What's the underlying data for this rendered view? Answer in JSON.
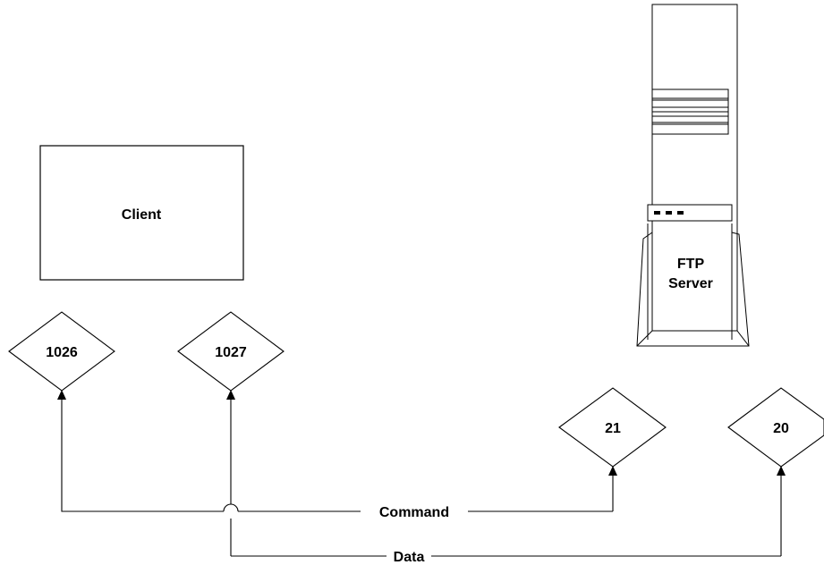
{
  "client": {
    "label": "Client"
  },
  "server": {
    "label_line1": "FTP",
    "label_line2": "Server"
  },
  "ports": {
    "client_command": "1026",
    "client_data": "1027",
    "server_command": "21",
    "server_data": "20"
  },
  "connections": {
    "command_label": "Command",
    "data_label": "Data"
  }
}
